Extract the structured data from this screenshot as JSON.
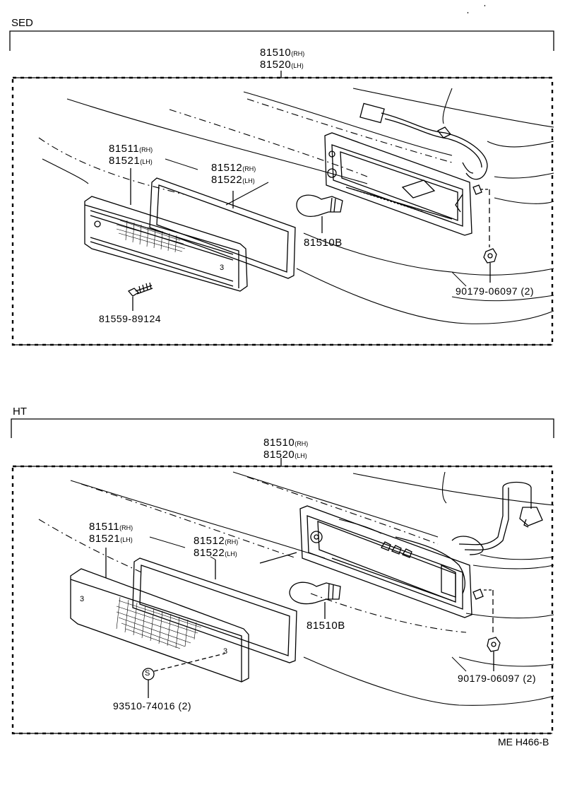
{
  "sections": [
    {
      "label": "SED",
      "assembly": {
        "rh": "81510",
        "rh_tag": "(RH)",
        "lh": "81520",
        "lh_tag": "(LH)"
      },
      "lens": {
        "rh": "81511",
        "rh_tag": "(RH)",
        "lh": "81521",
        "lh_tag": "(LH)"
      },
      "gasket": {
        "rh": "81512",
        "rh_tag": "(RH)",
        "lh": "81522",
        "lh_tag": "(LH)"
      },
      "bulb": "81510B",
      "nut": "90179-06097 (2)",
      "screw": "81559-89124"
    },
    {
      "label": "HT",
      "assembly": {
        "rh": "81510",
        "rh_tag": "(RH)",
        "lh": "81520",
        "lh_tag": "(LH)"
      },
      "lens": {
        "rh": "81511",
        "rh_tag": "(RH)",
        "lh": "81521",
        "lh_tag": "(LH)"
      },
      "gasket": {
        "rh": "81512",
        "rh_tag": "(RH)",
        "lh": "81522",
        "lh_tag": "(LH)"
      },
      "bulb": "81510B",
      "nut": "90179-06097 (2)",
      "screw": "93510-74016 (2)",
      "screw_symbol": "S"
    }
  ],
  "footer_code": "ME H466-B",
  "lens_mark": "3"
}
